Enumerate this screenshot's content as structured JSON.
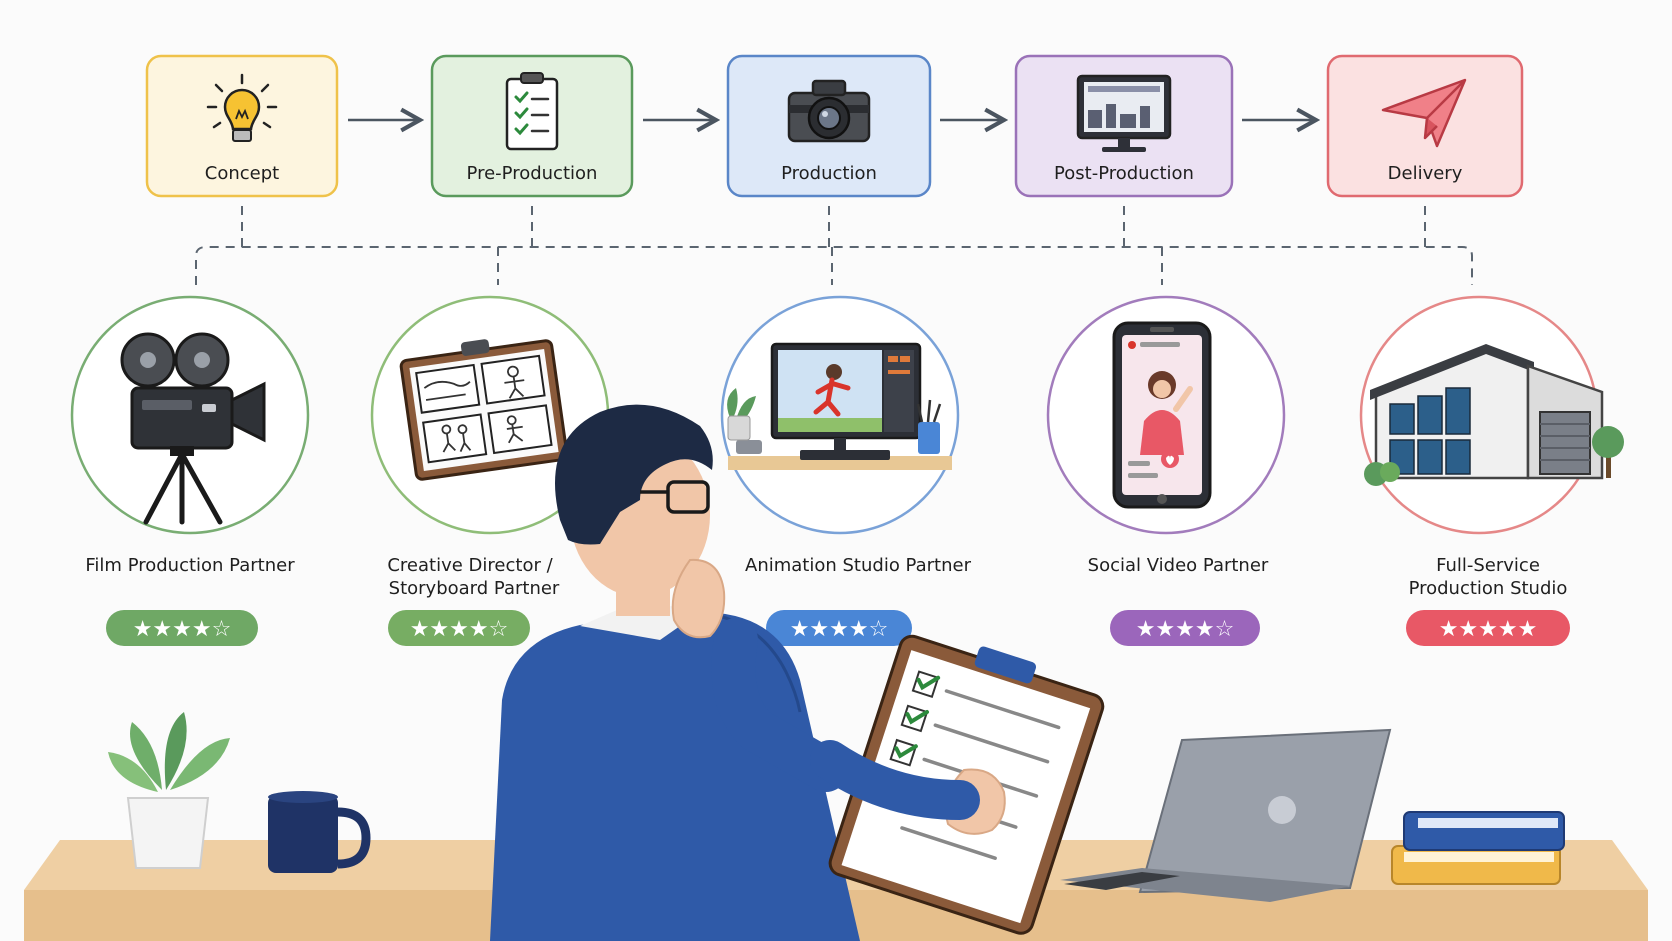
{
  "stages": [
    {
      "label": "Concept",
      "icon": "lightbulb-icon",
      "fill": "#fdf5df",
      "stroke": "#efc24a"
    },
    {
      "label": "Pre-Production",
      "icon": "clipboard-checklist-icon",
      "fill": "#e3f1df",
      "stroke": "#5a9a5c"
    },
    {
      "label": "Production",
      "icon": "camera-icon",
      "fill": "#dde8f8",
      "stroke": "#5a86c8"
    },
    {
      "label": "Post-Production",
      "icon": "editing-monitor-icon",
      "fill": "#ebe1f3",
      "stroke": "#9a72b8"
    },
    {
      "label": "Delivery",
      "icon": "paper-plane-icon",
      "fill": "#fbe1e1",
      "stroke": "#e06a70"
    }
  ],
  "partners": [
    {
      "label_line1": "Film Production Partner",
      "label_line2": "",
      "icon": "film-camera-icon",
      "ring": "#79ad73",
      "badge": "#6fa865",
      "rating": 4,
      "stars": "★★★★☆"
    },
    {
      "label_line1": "Creative Director /",
      "label_line2": "Storyboard Partner",
      "icon": "storyboard-icon",
      "ring": "#8fbd78",
      "badge": "#77ad63",
      "rating": 4,
      "stars": "★★★★☆"
    },
    {
      "label_line1": "Animation Studio Partner",
      "label_line2": "",
      "icon": "animation-desk-icon",
      "ring": "#7aa2d8",
      "badge": "#4a86d6",
      "rating": 4,
      "stars": "★★★★☆"
    },
    {
      "label_line1": "Social Video Partner",
      "label_line2": "",
      "icon": "smartphone-video-icon",
      "ring": "#a27cbc",
      "badge": "#9b66bb",
      "rating": 4,
      "stars": "★★★★☆"
    },
    {
      "label_line1": "Full-Service",
      "label_line2": "Production Studio",
      "icon": "studio-building-icon",
      "ring": "#e58888",
      "badge": "#e85866",
      "rating": 5,
      "stars": "★★★★★"
    }
  ],
  "colors": {
    "connector": "#5b6570",
    "desk": "#efcfa3",
    "suit": "#2f5aa8",
    "hair": "#1d2a44"
  }
}
